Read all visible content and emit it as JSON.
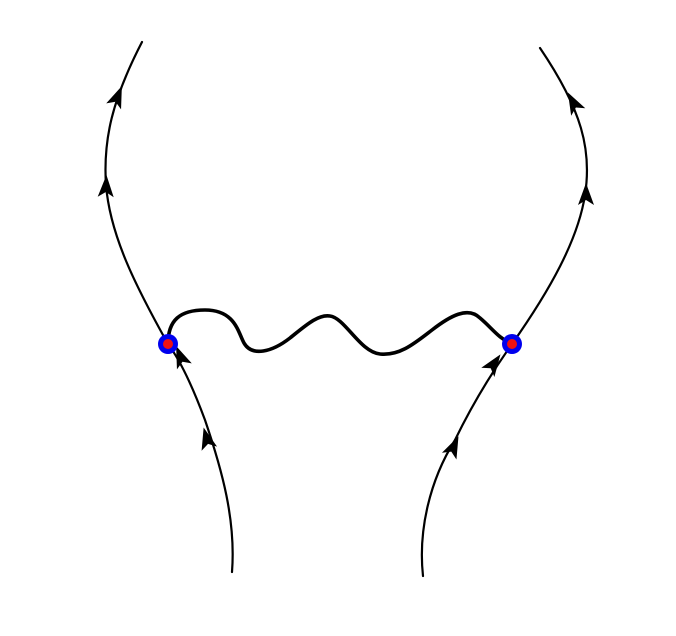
{
  "diagram": {
    "kind": "feynman-diagram",
    "fermion_lines": [
      "lower-left",
      "upper-left",
      "lower-right",
      "upper-right"
    ],
    "propagator": "wavy",
    "vertices": [
      "left-vertex",
      "right-vertex"
    ],
    "arrow_direction": "upward",
    "colors": {
      "line": "#000000",
      "vertex_outer": "#0000ee",
      "vertex_inner": "#ee1111",
      "background": "#ffffff"
    }
  }
}
